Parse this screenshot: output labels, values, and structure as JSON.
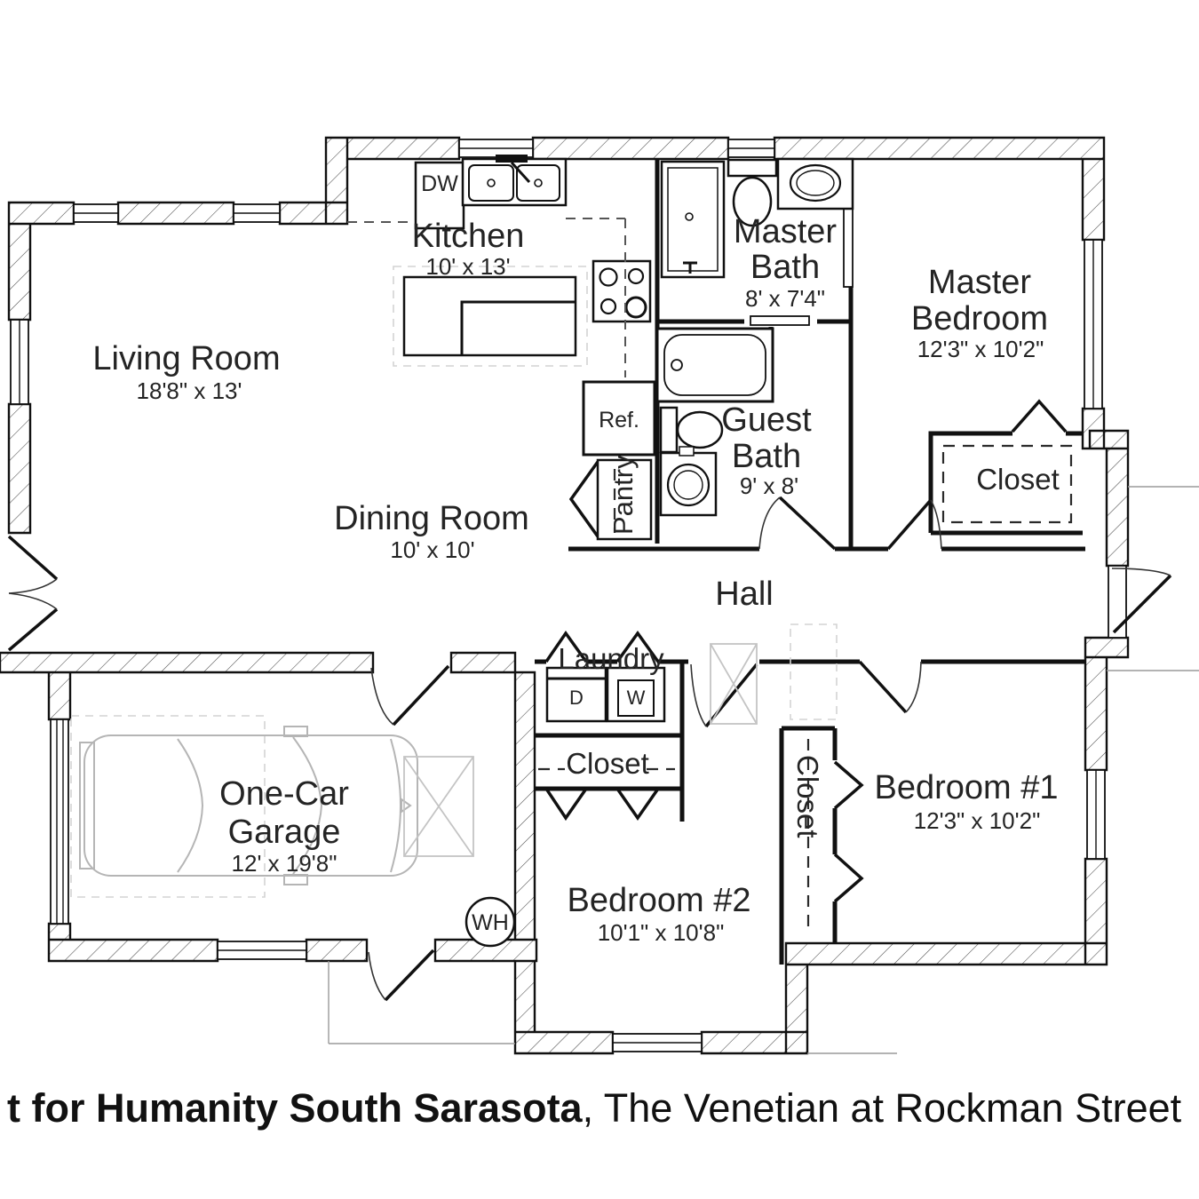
{
  "title": {
    "bold_part": "t for Humanity South Sarasota",
    "regular_part": ", The Venetian at Rockman Street"
  },
  "rooms": {
    "living_room": {
      "name": "Living Room",
      "dims": "18'8\" x 13'"
    },
    "kitchen": {
      "name": "Kitchen",
      "dims": "10' x 13'"
    },
    "dining_room": {
      "name": "Dining Room",
      "dims": "10' x 10'"
    },
    "master_bath": {
      "line1": "Master",
      "line2": "Bath",
      "dims": "8' x 7'4\""
    },
    "master_bedroom": {
      "line1": "Master",
      "line2": "Bedroom",
      "dims": "12'3\" x 10'2\""
    },
    "guest_bath": {
      "line1": "Guest",
      "line2": "Bath",
      "dims": "9' x 8'"
    },
    "hall": {
      "name": "Hall"
    },
    "laundry": {
      "name": "Laundry"
    },
    "bedroom1": {
      "name": "Bedroom #1",
      "dims": "12'3\" x 10'2\""
    },
    "bedroom2": {
      "name": "Bedroom #2",
      "dims": "10'1\" x 10'8\""
    },
    "garage": {
      "line1": "One-Car",
      "line2": "Garage",
      "dims": "12' x 19'8\""
    },
    "master_closet": {
      "name": "Closet"
    },
    "hall_closet": {
      "name": "Closet"
    },
    "bedroom_closet": {
      "name": "Closet"
    },
    "pantry": {
      "name": "Pantry"
    }
  },
  "appliances": {
    "dishwasher": "DW",
    "refrigerator": "Ref.",
    "dryer": "D",
    "washer": "W",
    "water_heater": "WH"
  },
  "colors": {
    "wall_line": "#111111",
    "ghost_gray": "#c4c4c4",
    "background": "#ffffff"
  }
}
